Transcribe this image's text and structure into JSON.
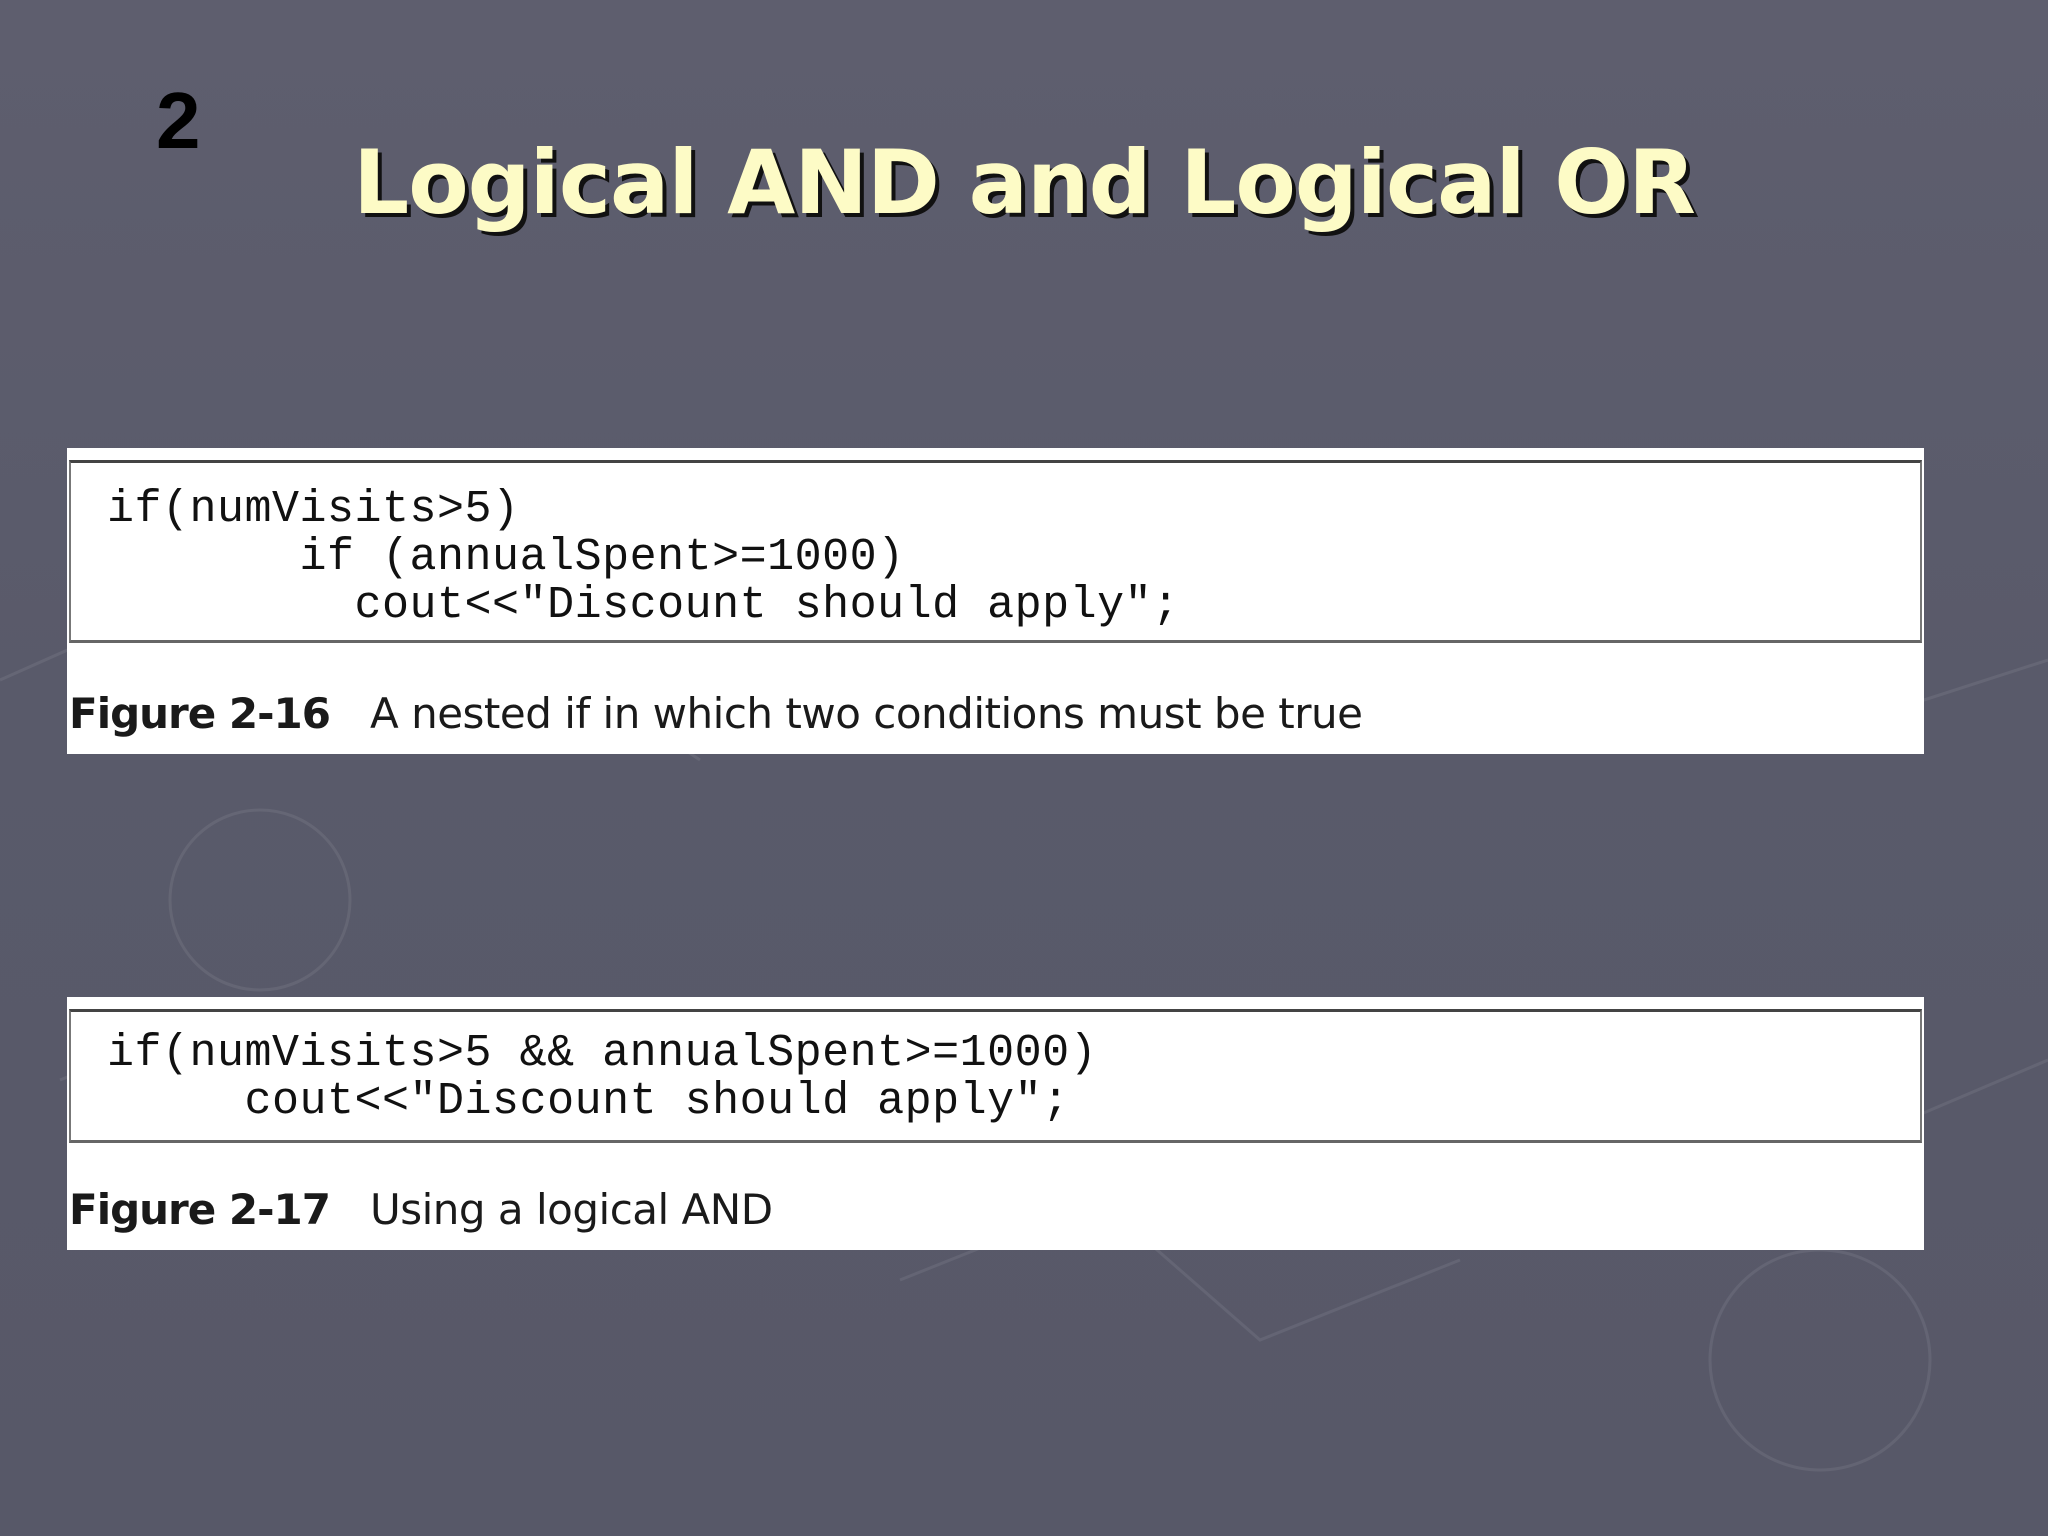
{
  "slide": {
    "number": "2",
    "title": "Logical AND and Logical OR",
    "background_color": "#5b5b6b",
    "title_color": "#fdfbc6"
  },
  "figures": [
    {
      "code_lines": [
        "if(numVisits>5)",
        "       if (annualSpent>=1000)",
        "         cout<<\"Discount should apply\";"
      ],
      "caption_label": "Figure 2-16",
      "caption_text": "A nested if in which two conditions must be true"
    },
    {
      "code_lines": [
        "if(numVisits>5 && annualSpent>=1000)",
        "     cout<<\"Discount should apply\";"
      ],
      "caption_label": "Figure 2-17",
      "caption_text": "Using a logical AND"
    }
  ]
}
